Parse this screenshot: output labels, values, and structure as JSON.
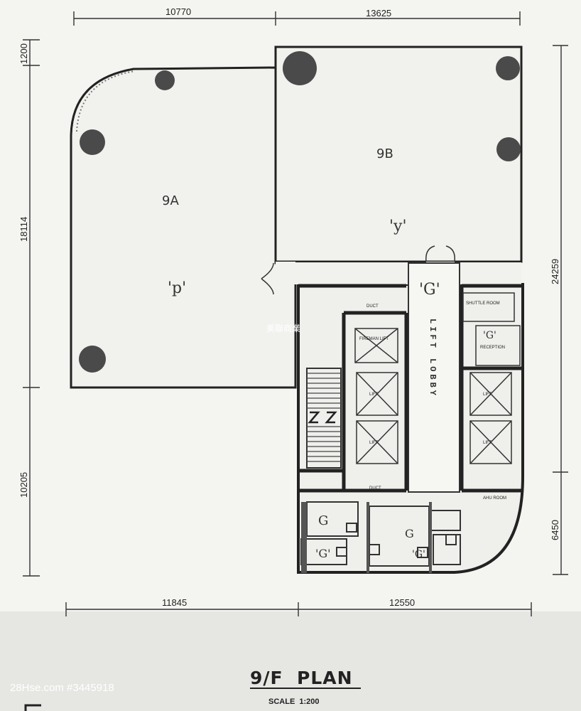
{
  "dimensions": {
    "top_left": "10770",
    "top_right": "13625",
    "left_small": "1200",
    "left_upper": "18114",
    "left_lower": "10205",
    "right_upper": "24259",
    "right_lower": "6450",
    "bottom_left": "11845",
    "bottom_right": "12550"
  },
  "units": {
    "unit_a": {
      "name": "9A",
      "mark": "'p'"
    },
    "unit_b": {
      "name": "9B",
      "mark": "'y'"
    }
  },
  "core": {
    "lobby_mark": "'G'",
    "lift_lobby": "LIFT LOBBY",
    "reception_mark": "'G'",
    "reception": "RECEPTION",
    "duct": "DUCT",
    "ahu_room": "AHU ROOM",
    "toilet_mark": "G",
    "toilet_mark_quoted": "'G'",
    "lift": "LIFT",
    "fireman_lift": "FIREMAN LIFT",
    "shuttle_room": "SHUTTLE ROOM"
  },
  "title": {
    "plan": "9/F  PLAN",
    "scale": "SCALE  1:200"
  },
  "watermark": {
    "source": "28Hse.com #3445918",
    "brand": "美聯商業"
  }
}
